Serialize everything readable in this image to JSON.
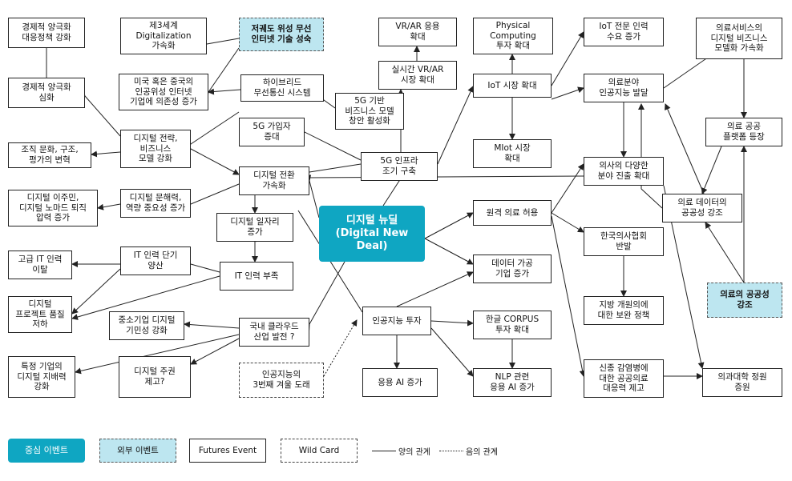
{
  "colors": {
    "core": "#0fa6c2",
    "external": "#bde6f0",
    "line": "#222222"
  },
  "nodes": {
    "econ_policy": "경제적 양극화\n대응정책 강화",
    "econ_deep": "경제적 양극화\n심화",
    "org_change": "조직 문화, 구조,\n평가의 변혁",
    "digital_migrant": "디지털 이주민,\n디지털 노마드 퇴직\n압력 증가",
    "it_leave": "고급 IT 인력\n이탈",
    "project_quality": "디지털\n프로젝트 품질\n저하",
    "platform_control": "특정 기업의\n디지털 지배력\n강화",
    "third_world": "제3세계\nDigitalization\n가속화",
    "satellite": "저궤도 위성 무선\n인터넷 기술 성숙",
    "sat_dependency": "미국 혹은 중국의\n인공위성 인터넷\n기업에 의존성 증가",
    "hybrid": "하이브리드\n무선통신 시스템",
    "strategy": "디지털 전략,\n비즈니스\n모델 강화",
    "literacy": "디지털 문해력,\n역량 중요성 증가",
    "5g_sub": "5G 가입자\n증대",
    "5g_biz": "5G 기반\n비즈니스 모델\n창안 활성화",
    "dx": "디지털 전환\n가속화",
    "jobs": "디지털 일자리\n증가",
    "vrar_app": "VR/AR 응용\n확대",
    "vrar_market": "실시간 VR/AR\n시장 확대",
    "5g_infra": "5G 인프라\n조기 구축",
    "physical": "Physical\nComputing\n투자 확대",
    "iot_market": "IoT 시장 확대",
    "miot": "MIot 시장\n확대",
    "iot_workforce": "IoT 전문 인력\n수요 증가",
    "core": "디지털 뉴딜\n(Digital New Deal)",
    "it_training": "IT 인력 단기\n양산",
    "it_shortage": "IT 인력 부족",
    "sme": "중소기업 디지털\n기민성 강화",
    "cloud": "국내 클라우드\n산업 발전 ?",
    "sovereignty": "디지털 주권\n제고?",
    "ai_winter": "인공지능의\n3번째 겨울 도래",
    "remote_med": "원격 의료 허용",
    "data_proc": "데이터 가공\n기업 증가",
    "ai_invest": "인공지능 투자",
    "corpus": "한글 CORPUS\n투자 확대",
    "applied_ai": "응용 AI 증가",
    "nlp": "NLP 관련\n응용 AI 증가",
    "med_ai": "의료분야\n인공지능 발달",
    "doctor_div": "의사의 다양한\n분야 진출 확대",
    "kma": "한국의사협회\n반발",
    "regional": "지방 개원의에\n대한 보완 정책",
    "epidemic": "신종 감염병에\n대한 공공의료\n대응력 제고",
    "med_biz": "의료서비스의\n디지털 비즈니스\n모델화 가속화",
    "med_platform": "의료 공공\n플랫폼 등장",
    "med_data": "의료 데이터의\n공공성 강조",
    "med_public": "의료의 공공성\n강조",
    "med_school": "의과대학 정원\n증원"
  },
  "legend": {
    "core": "중심 이벤트",
    "external": "외부 이벤트",
    "futures": "Futures Event",
    "wild": "Wild Card",
    "positive": "양의 관계",
    "negative": "음의 관계"
  }
}
